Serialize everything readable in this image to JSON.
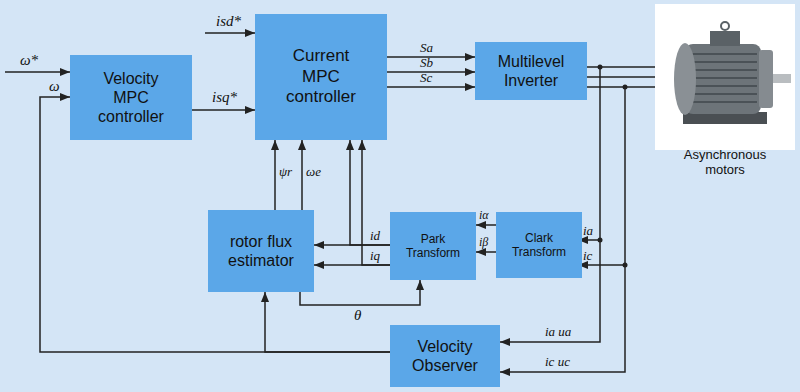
{
  "diagram": {
    "nodes": [
      {
        "text": [
          "Velocity MPC controller"
        ]
      },
      {
        "text": [
          "Current MPC controller"
        ]
      },
      {
        "text": [
          "Multilevel Inverter"
        ]
      },
      {
        "text": [
          "Asynchronous motors"
        ]
      },
      {
        "text": [
          "rotor flux estimator"
        ]
      },
      {
        "text": [
          "Park Transform"
        ]
      },
      {
        "text": [
          "Clark Transform"
        ]
      },
      {
        "text": [
          "Velocity Observer"
        ]
      }
    ],
    "edges": [
      {
        "from": 0,
        "to": 1,
        "arrow": "to",
        "label": "isq*"
      },
      {
        "from": 1,
        "to": 2,
        "arrow": "to",
        "label": "Sa"
      },
      {
        "from": 1,
        "to": 2,
        "arrow": "to",
        "label": "Sb"
      },
      {
        "from": 1,
        "to": 2,
        "arrow": "to",
        "label": "Sc"
      },
      {
        "from": 2,
        "to": 3,
        "arrow": "none"
      },
      {
        "from": 2,
        "to": 3,
        "arrow": "none"
      },
      {
        "from": 2,
        "to": 3,
        "arrow": "none"
      },
      {
        "from": 6,
        "to": 5,
        "arrow": "to",
        "label": "iα"
      },
      {
        "from": 6,
        "to": 5,
        "arrow": "to",
        "label": "iβ"
      },
      {
        "from": 5,
        "to": 4,
        "arrow": "to",
        "label": "id"
      },
      {
        "from": 5,
        "to": 4,
        "arrow": "to",
        "label": "iq"
      },
      {
        "from": 5,
        "to": 1,
        "arrow": "to"
      },
      {
        "from": 5,
        "to": 1,
        "arrow": "to"
      },
      {
        "from": 4,
        "to": 1,
        "arrow": "to",
        "label": "ψr"
      },
      {
        "from": 4,
        "to": 1,
        "arrow": "to",
        "label": "ωe"
      },
      {
        "from": 4,
        "to": 5,
        "arrow": "to",
        "label": "θ"
      },
      {
        "from": 7,
        "to": 0,
        "arrow": "to",
        "label": "ω"
      },
      {
        "from": 7,
        "to": 4,
        "arrow": "to"
      }
    ],
    "labels": [
      "ω*",
      "isd*",
      "ia",
      "ic",
      "ia ua",
      "ic uc"
    ]
  }
}
